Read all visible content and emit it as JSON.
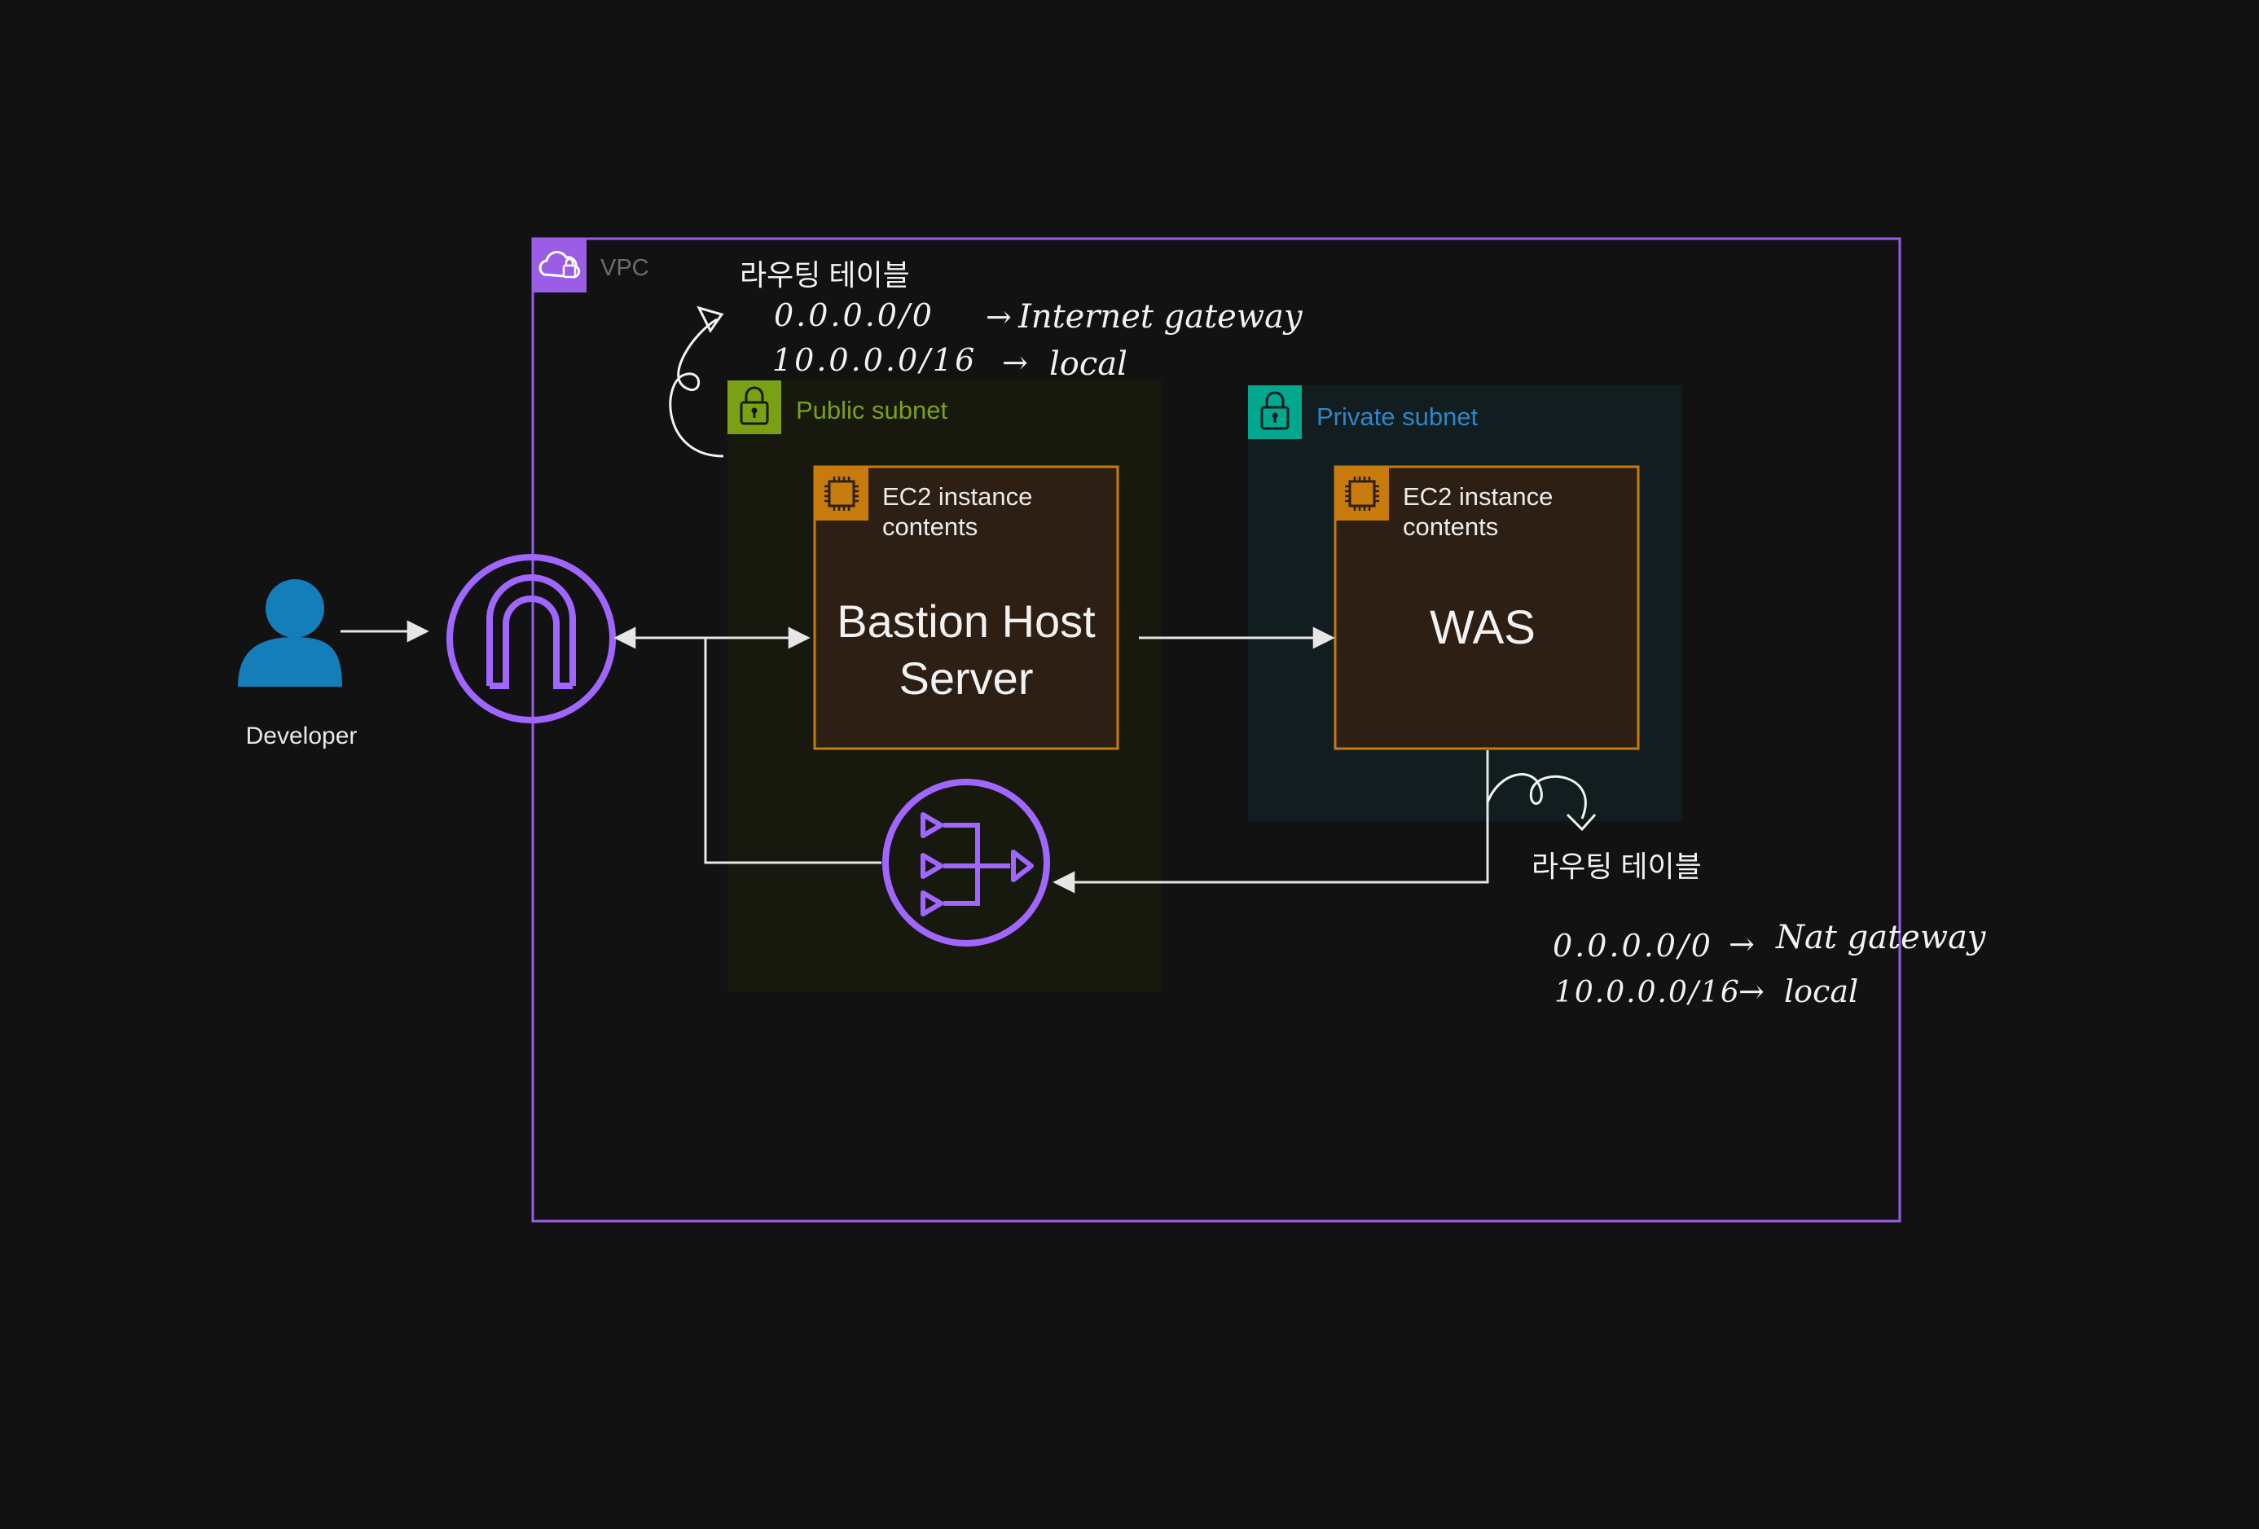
{
  "colors": {
    "background": "#121212",
    "vpc": "#9b5de5",
    "public_subnet": "#7aa116",
    "public_subnet_fill": "#17190f",
    "private_subnet": "#01a88d",
    "private_subnet_fill": "#121d1f",
    "ec2": "#c77b0d",
    "ec2_fill": "#2d1f13",
    "gateway": "#a166ff",
    "developer": "#147eba",
    "arrow": "#e6e6e6",
    "handwriting": "#f2f2f2"
  },
  "vpc": {
    "label": "VPC",
    "icon": "vpc-cloud-lock-icon"
  },
  "public_subnet": {
    "label": "Public subnet",
    "icon": "lock-icon"
  },
  "private_subnet": {
    "label": "Private subnet",
    "icon": "lock-icon"
  },
  "bastion": {
    "header_line1": "EC2 instance",
    "header_line2": "contents",
    "title_line1": "Bastion Host",
    "title_line2": "Server",
    "icon": "ec2-chip-icon"
  },
  "was": {
    "header_line1": "EC2 instance",
    "header_line2": "contents",
    "title": "WAS",
    "icon": "ec2-chip-icon"
  },
  "developer": {
    "label": "Developer",
    "icon": "user-icon"
  },
  "internet_gateway": {
    "icon": "internet-gateway-icon"
  },
  "nat_gateway": {
    "icon": "nat-gateway-icon"
  },
  "public_route_table": {
    "title": "라우팅 테이블",
    "routes": [
      {
        "destination": "0.0.0.0/0",
        "target": "Internet gateway"
      },
      {
        "destination": "10.0.0.0/16",
        "target": "local"
      }
    ]
  },
  "private_route_table": {
    "title": "라우팅 테이블",
    "routes": [
      {
        "destination": "0.0.0.0/0",
        "target": "Nat gateway"
      },
      {
        "destination": "10.0.0.0/16",
        "target": "local"
      }
    ]
  }
}
